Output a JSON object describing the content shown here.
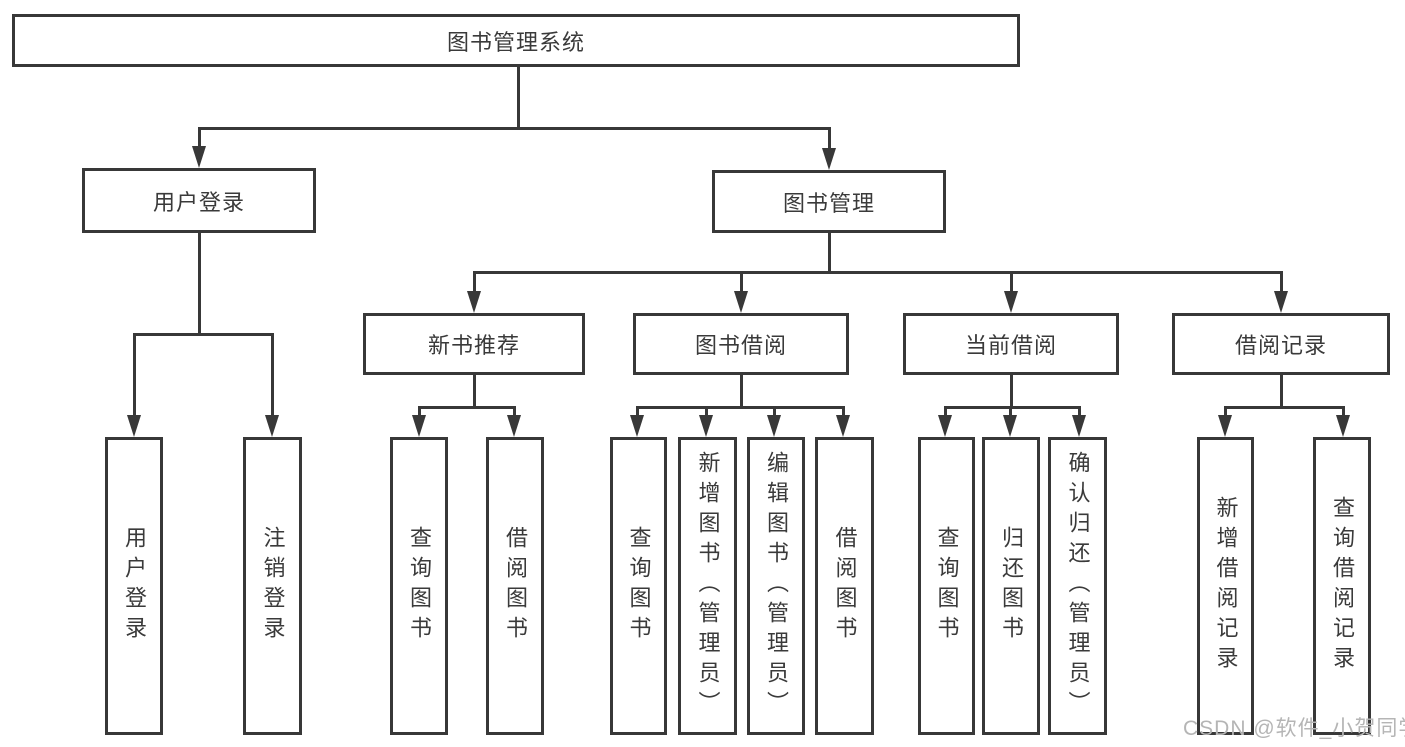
{
  "colors": {
    "line": "#383838",
    "text": "#3a3a3a",
    "watermark": "#b5b5b5",
    "bg": "#ffffff"
  },
  "watermark": {
    "text": "CSDN @软件_小贺同学"
  },
  "tree": {
    "root": {
      "label": "图书管理系统",
      "children": [
        {
          "label": "用户登录",
          "children": [
            {
              "label": "用户登录"
            },
            {
              "label": "注销登录"
            }
          ]
        },
        {
          "label": "图书管理",
          "children": [
            {
              "label": "新书推荐",
              "children": [
                {
                  "label": "查询图书"
                },
                {
                  "label": "借阅图书"
                }
              ]
            },
            {
              "label": "图书借阅",
              "children": [
                {
                  "label": "查询图书"
                },
                {
                  "label": "新增图书（管理员）"
                },
                {
                  "label": "编辑图书（管理员）"
                },
                {
                  "label": "借阅图书"
                }
              ]
            },
            {
              "label": "当前借阅",
              "children": [
                {
                  "label": "查询图书"
                },
                {
                  "label": "归还图书"
                },
                {
                  "label": "确认归还（管理员）"
                }
              ]
            },
            {
              "label": "借阅记录",
              "children": [
                {
                  "label": "新增借阅记录"
                },
                {
                  "label": "查询借阅记录"
                }
              ]
            }
          ]
        }
      ]
    }
  }
}
